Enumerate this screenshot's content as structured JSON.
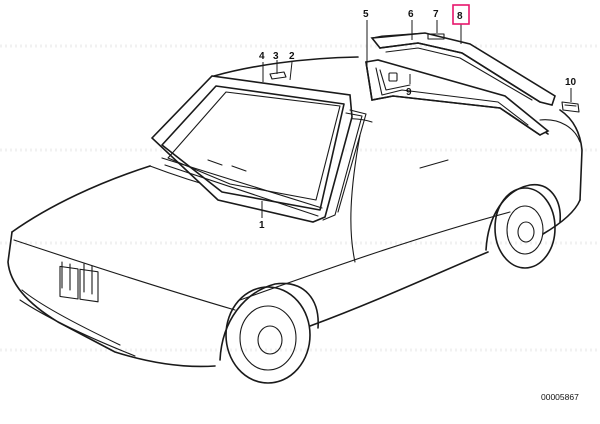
{
  "diagram": {
    "callouts": [
      {
        "id": "1",
        "label": "1"
      },
      {
        "id": "2",
        "label": "2"
      },
      {
        "id": "3",
        "label": "3"
      },
      {
        "id": "4",
        "label": "4"
      },
      {
        "id": "5",
        "label": "5"
      },
      {
        "id": "6",
        "label": "6"
      },
      {
        "id": "7",
        "label": "7"
      },
      {
        "id": "8",
        "label": "8",
        "highlighted": true
      },
      {
        "id": "9",
        "label": "9"
      },
      {
        "id": "10",
        "label": "10"
      }
    ],
    "reference_number": "00005867",
    "highlight_color": "#e8156c",
    "line_color": "#1a1a1a"
  }
}
